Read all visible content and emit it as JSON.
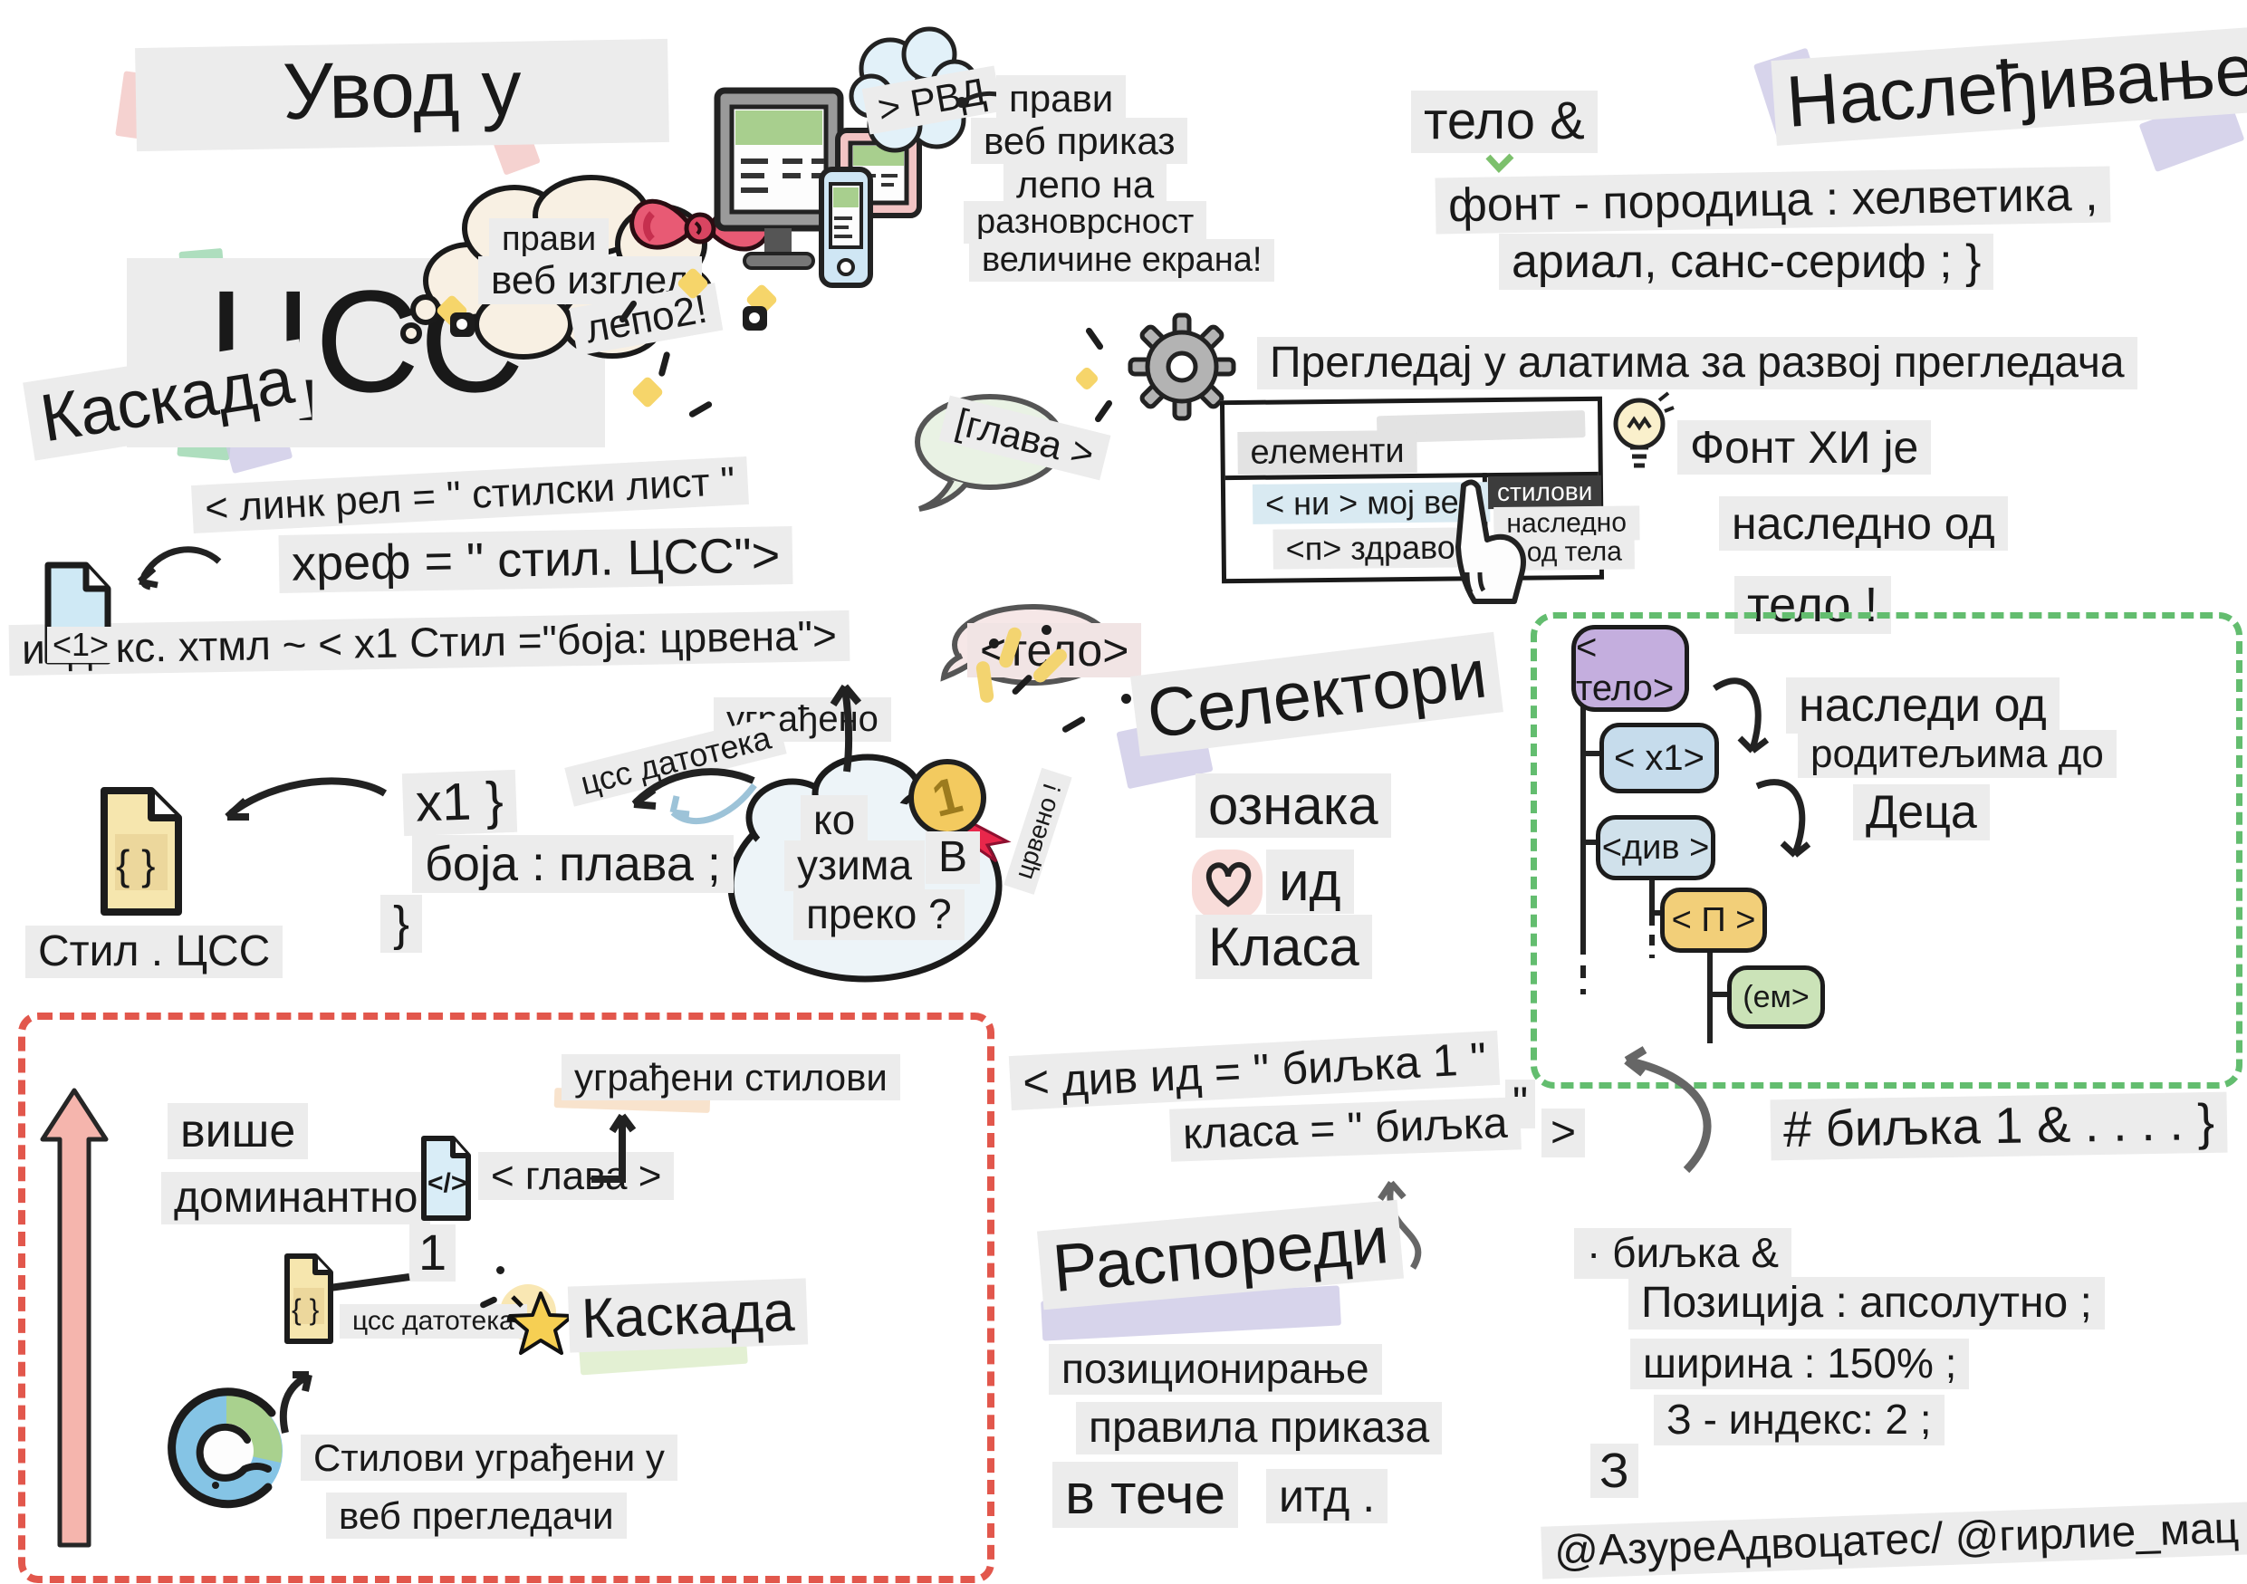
{
  "colors": {
    "label_bg": "#ececec",
    "red_dash": "#e2574c",
    "green_dash": "#63bd6f",
    "tape_purple": "#cdc9e6",
    "node_purple": "#c4aede",
    "node_blue": "#c6dcec",
    "node_yellow": "#f2cf79",
    "node_green": "#cbe3b8",
    "medal_gold": "#f3ca5f",
    "bow_red": "#e85a74",
    "arrow_pink": "#f5b5ad"
  },
  "title": {
    "line1": "Увод у",
    "line2": "ЦСС"
  },
  "think_cloud": {
    "l1": "прави",
    "l2": "веб изглед",
    "l3": "лепо2!"
  },
  "rwd": {
    "bubble": "> РВД",
    "l1": "прави",
    "l2": "веб приказ",
    "l3": "лепо на",
    "l4": "разноврсност",
    "l5": "величине екрана!"
  },
  "inheritance": {
    "heading": "Наслеђивање",
    "body": "тело &",
    "font1": "фонт - породица : хелветика ,",
    "font2": "ариал, санс-сериф ; }",
    "tip": "Прегледај у алатима за развој прегледача",
    "bulb1": "Фонт ХИ је",
    "bulb2": "наследно од",
    "bulb3": "тело !"
  },
  "devtools": {
    "elements": "елементи",
    "row1": "< ни > мој веб",
    "row2": "<п> здраво",
    "styles": "стилови",
    "inh1": "наследно",
    "inh2": "од тела"
  },
  "cascade": {
    "heading": "Каскада",
    "link": "< линк рел = \" стилски лист \"",
    "href": "хреф = \" стил. ЦСС\">",
    "index": "индекс. хтмл ~ < х1 Стил =\"боја: црвена\">",
    "file_tag": "<1>",
    "head_bubble": "[глава >",
    "body_bubble": "<тело>",
    "embedded": "уграђено",
    "css_file": "цсс датотека",
    "who1": "ко",
    "who2": "узима",
    "who3": "преко ?",
    "medal": "1",
    "v": "В",
    "red_note": "црвено !",
    "style_css": "Стил . ЦСС",
    "style_glyph": "{ }",
    "rule1": "х1 }",
    "rule2": "боја : плава ;",
    "rule3": "}"
  },
  "selectors": {
    "heading": "Селектори",
    "tag": "ознака",
    "id": "ид",
    "cls": "Класа"
  },
  "tree": {
    "body": "< тело>",
    "h1": "< х1>",
    "div": "<див >",
    "p": "< П >",
    "em": "(ем>",
    "note1": "наследи од",
    "note2": "родитељима до",
    "note3": "Деца"
  },
  "priority": {
    "more": "више",
    "dominant": "доминантно",
    "inline": "уграђени стилови",
    "head": "< глава >",
    "head_glyph": "</>",
    "one": "1",
    "css_file": "цсс датотека",
    "css_glyph": "{ }",
    "cascade": "Каскада",
    "browser1": "Стилови уграђени у",
    "browser2": "веб прегледачи"
  },
  "plant": {
    "div_id": "< див ид = \" биљка 1 \"",
    "class_attr": "класа = \" биљка",
    "quote": "\"",
    "gt": ">",
    "rule": "# биљка 1 & . . . . }",
    "selector": "· биљка &",
    "pos": "Позиција : апсолутно ;",
    "width": "ширина : 150% ;",
    "zindex": "З - индекс: 2 ;",
    "z": "З"
  },
  "layouts": {
    "heading": "Распореди",
    "l1": "позиционирање",
    "l2": "правила приказа",
    "l3": "в тече",
    "l4": "итд ."
  },
  "credit": "@АзуреАдвоцатес/ @гирлие_мац"
}
